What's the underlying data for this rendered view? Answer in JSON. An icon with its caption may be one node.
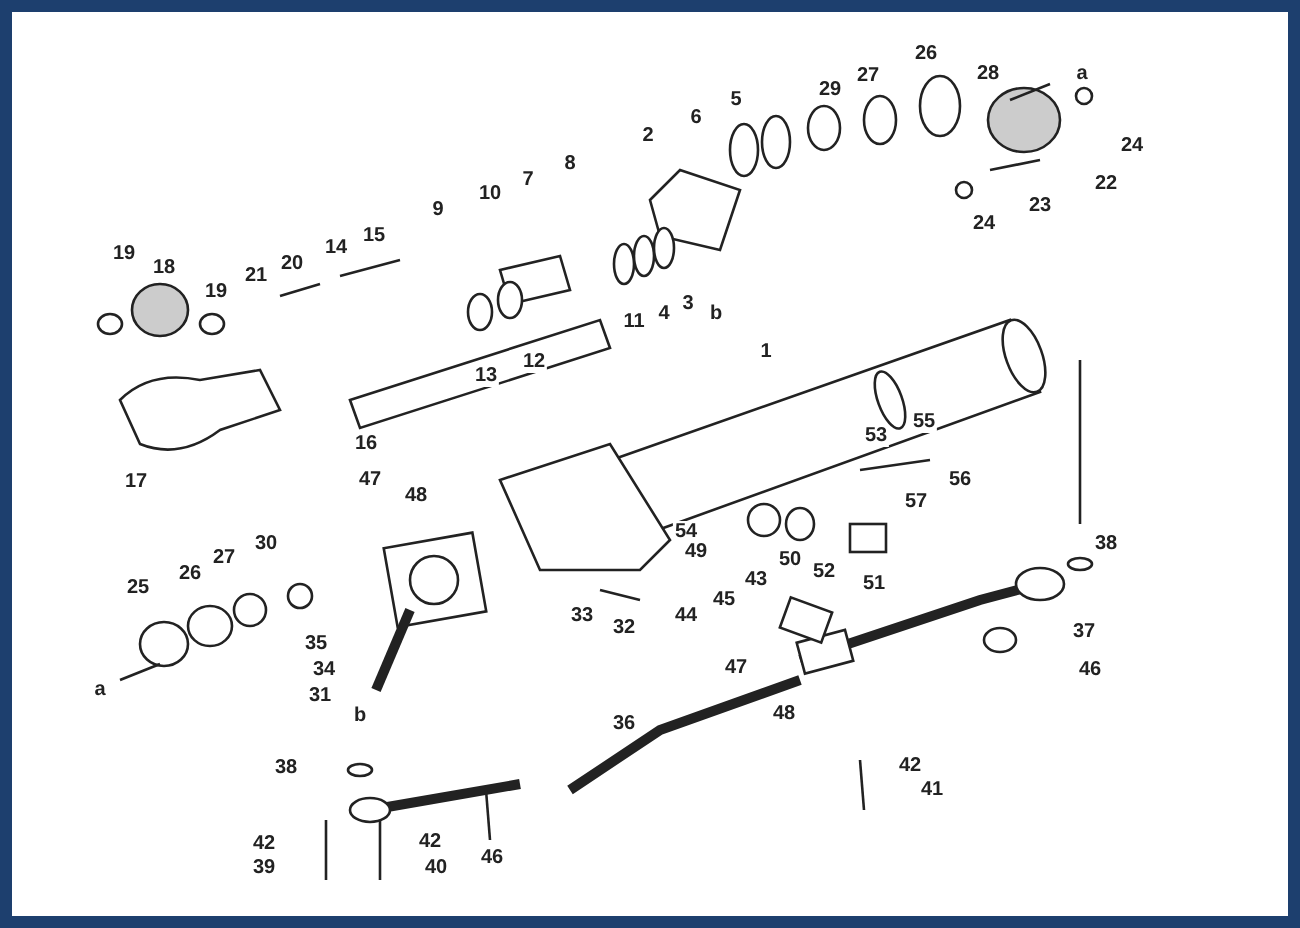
{
  "diagram": {
    "labels": [
      "26",
      "a",
      "28",
      "27",
      "29",
      "5",
      "6",
      "2",
      "24",
      "8",
      "7",
      "22",
      "10",
      "23",
      "9",
      "24",
      "15",
      "14",
      "19",
      "20",
      "18",
      "21",
      "19",
      "3",
      "4",
      "b",
      "11",
      "1",
      "12",
      "13",
      "16",
      "55",
      "53",
      "47",
      "56",
      "17",
      "48",
      "57",
      "54",
      "30",
      "38",
      "49",
      "27",
      "50",
      "52",
      "26",
      "51",
      "25",
      "43",
      "45",
      "44",
      "33",
      "32",
      "37",
      "35",
      "47",
      "34",
      "46",
      "48",
      "a",
      "31",
      "b",
      "36",
      "42",
      "38",
      "41",
      "42",
      "42",
      "46",
      "39",
      "40"
    ]
  }
}
